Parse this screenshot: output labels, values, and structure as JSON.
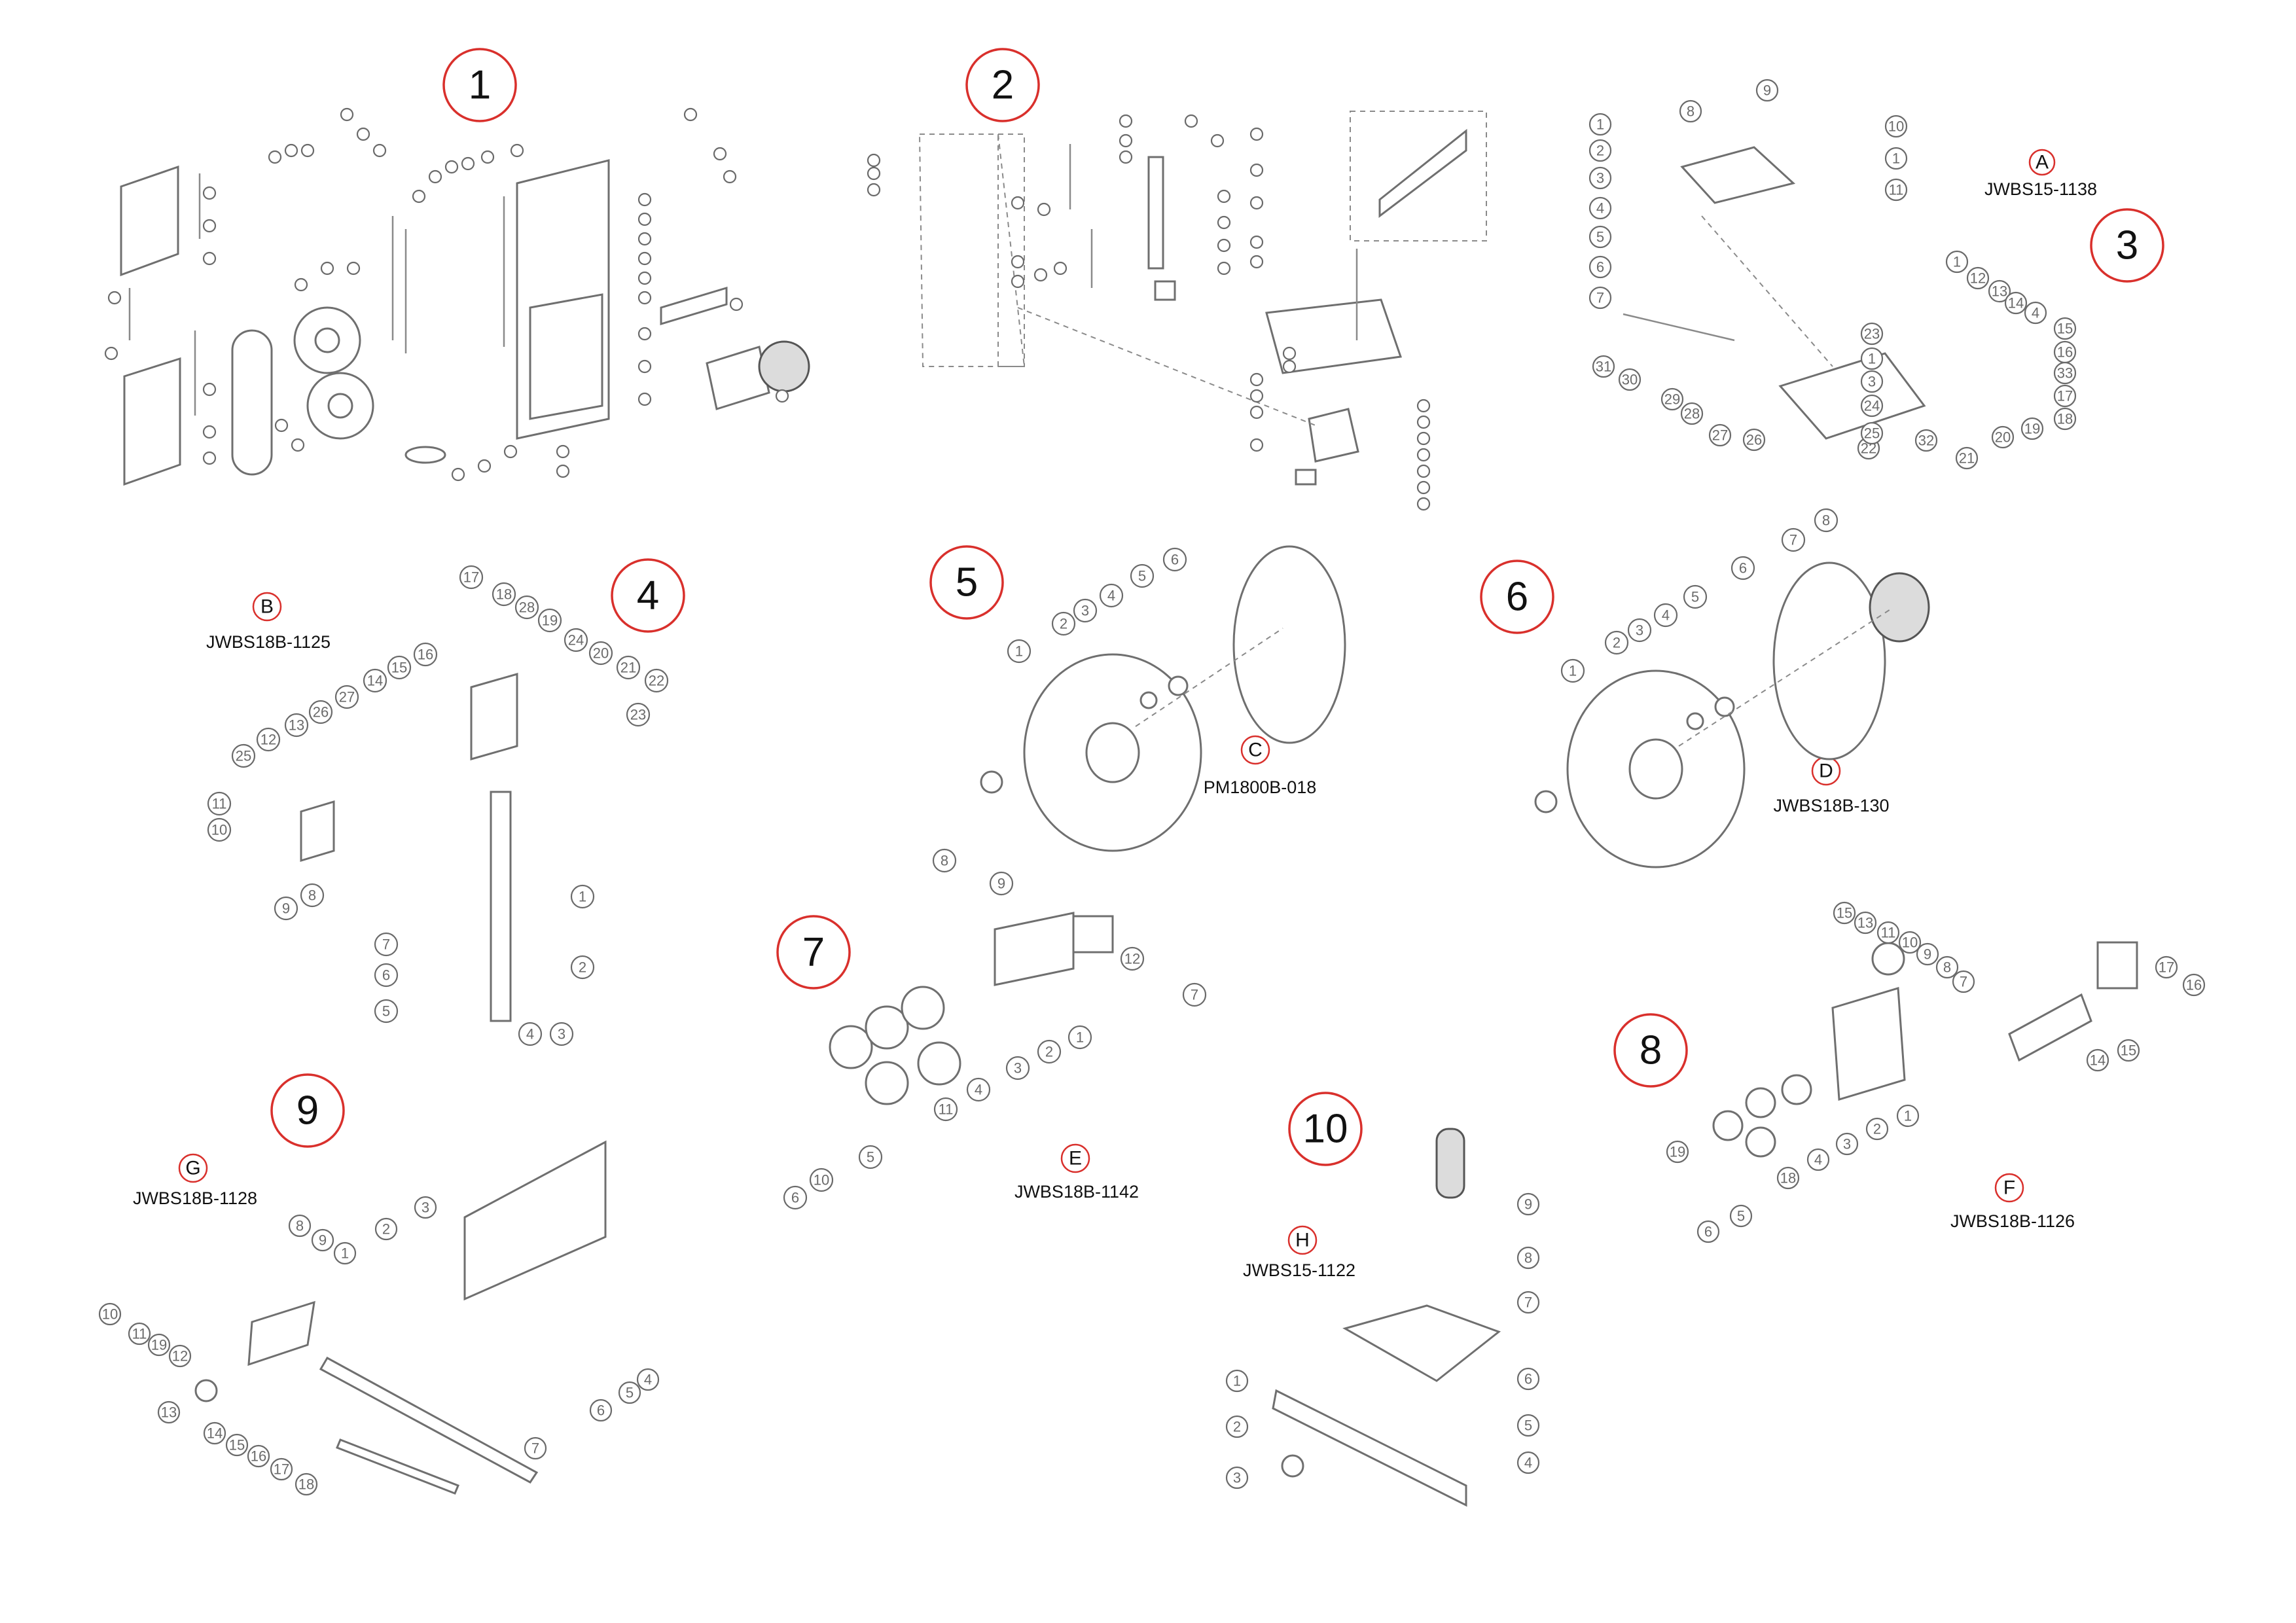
{
  "sections": [
    {
      "number": "1"
    },
    {
      "number": "2"
    },
    {
      "number": "3",
      "letter": "A",
      "code": "JWBS15-1138"
    },
    {
      "number": "4",
      "letter": "B",
      "code": "JWBS18B-1125"
    },
    {
      "number": "5",
      "letter": "C",
      "code": "PM1800B-018"
    },
    {
      "number": "6",
      "letter": "D",
      "code": "JWBS18B-130"
    },
    {
      "number": "7",
      "letter": "E",
      "code": "JWBS18B-1142"
    },
    {
      "number": "8",
      "letter": "F",
      "code": "JWBS18B-1126"
    },
    {
      "number": "9",
      "letter": "G",
      "code": "JWBS18B-1128"
    },
    {
      "number": "10",
      "letter": "H",
      "code": "JWBS15-1122"
    }
  ],
  "callouts": {
    "s3": [
      "1",
      "2",
      "3",
      "4",
      "5",
      "6",
      "7",
      "8",
      "9",
      "10",
      "1",
      "11",
      "1",
      "12",
      "13",
      "14",
      "4",
      "15",
      "16",
      "33",
      "17",
      "18",
      "19",
      "20",
      "21",
      "32",
      "22",
      "23",
      "1",
      "3",
      "24",
      "25",
      "26",
      "27",
      "28",
      "29",
      "30",
      "31"
    ],
    "s4": [
      "17",
      "18",
      "28",
      "19",
      "24",
      "20",
      "21",
      "22",
      "16",
      "15",
      "14",
      "27",
      "26",
      "13",
      "12",
      "25",
      "11",
      "10",
      "9",
      "8",
      "23",
      "1",
      "2",
      "3",
      "4",
      "5",
      "6",
      "7"
    ],
    "s5": [
      "1",
      "2",
      "3",
      "4",
      "5",
      "6"
    ],
    "s6": [
      "1",
      "2",
      "3",
      "4",
      "5",
      "6",
      "7",
      "8"
    ],
    "s7": [
      "8",
      "9",
      "12",
      "7",
      "1",
      "2",
      "3",
      "4",
      "11",
      "5",
      "10",
      "6"
    ],
    "s8": [
      "15",
      "13",
      "11",
      "10",
      "9",
      "8",
      "7",
      "17",
      "16",
      "14",
      "15",
      "1",
      "2",
      "3",
      "4",
      "18",
      "19",
      "6",
      "5"
    ],
    "s9": [
      "3",
      "2",
      "8",
      "9",
      "1",
      "10",
      "11",
      "19",
      "12",
      "13",
      "14",
      "15",
      "16",
      "17",
      "18",
      "4",
      "5",
      "6",
      "7"
    ],
    "s10": [
      "9",
      "8",
      "7",
      "1",
      "2",
      "3",
      "6",
      "5",
      "4"
    ]
  }
}
